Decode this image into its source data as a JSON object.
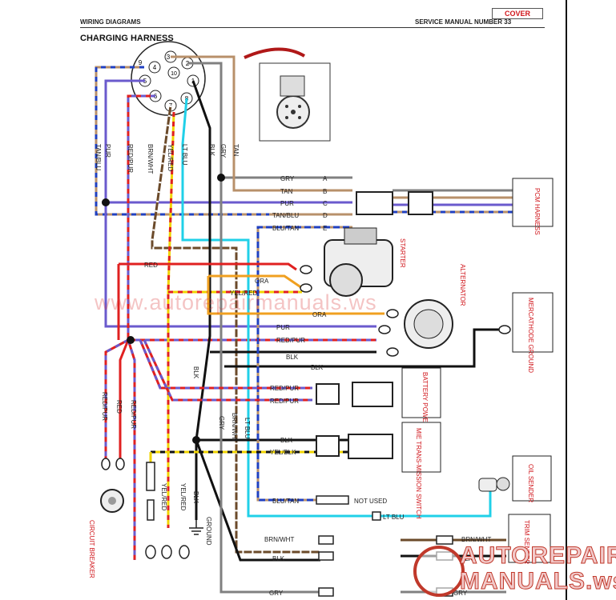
{
  "header": {
    "left": "WIRING DIAGRAMS",
    "right": "SERVICE MANUAL NUMBER 33",
    "cover_button": "COVER",
    "title": "CHARGING HARNESS"
  },
  "connector_pins": [
    "3",
    "2",
    "4",
    "10",
    "1",
    "5",
    "6",
    "7",
    "8",
    "9"
  ],
  "top_wire_labels": [
    "TAN/BLU",
    "PUR",
    "RED/PUR",
    "BRN/WHT",
    "YEL/RED",
    "LT BLU",
    "BLK",
    "GRY",
    "TAN"
  ],
  "pcm_wires": [
    "GRY",
    "TAN",
    "PUR",
    "TAN/BLU",
    "BLU/TAN"
  ],
  "pcm_pins": [
    "A",
    "B",
    "C",
    "D",
    "E"
  ],
  "middle_labels": [
    "RED",
    "ORA",
    "YEL/RED",
    "ORA",
    "PUR",
    "RED/PUR",
    "BLK",
    "BLK",
    "RED/PUR",
    "RED/PUR",
    "BLK",
    "YEL/BLK",
    "BLU/TAN",
    "NOT USED",
    "LT BLU",
    "BRN/WHT",
    "BRN/WHT",
    "BLK",
    "BLK",
    "GRY",
    "GRY"
  ],
  "bottom_wire_labels": [
    "RED/PUR",
    "RED",
    "RED/PUR",
    "BLK",
    "GRY",
    "BRN/WHT",
    "LT BLU",
    "YEL/RED",
    "YEL/RED",
    "BLK",
    "GROUND"
  ],
  "components": {
    "pcm": "PCM HARNESS",
    "starter": "STARTER",
    "alternator": "ALTERNATOR",
    "mercathode": "MERCATHODE GROUND",
    "battery": "BATTERY POWER",
    "mie": "MIE TRANS-MISSION SWITCH",
    "oil": "OIL SENDER",
    "trim": "TRIM SENDER",
    "circuit_breaker": "CIRCUIT BREAKER"
  },
  "watermarks": {
    "center": "www.autorepairmanuals.ws",
    "logo_line1": "AUTOREPAIR",
    "logo_line2": "MANUALS.ws"
  },
  "colors": {
    "red": "#e02020",
    "purple": "#6a5acd",
    "blue": "#2040c0",
    "tan": "#b8906a",
    "yellow": "#f0d400",
    "lightblue": "#20d0e8",
    "black": "#111111",
    "gray": "#808080",
    "brown": "#6b4a2a",
    "orange": "#f0a020"
  }
}
